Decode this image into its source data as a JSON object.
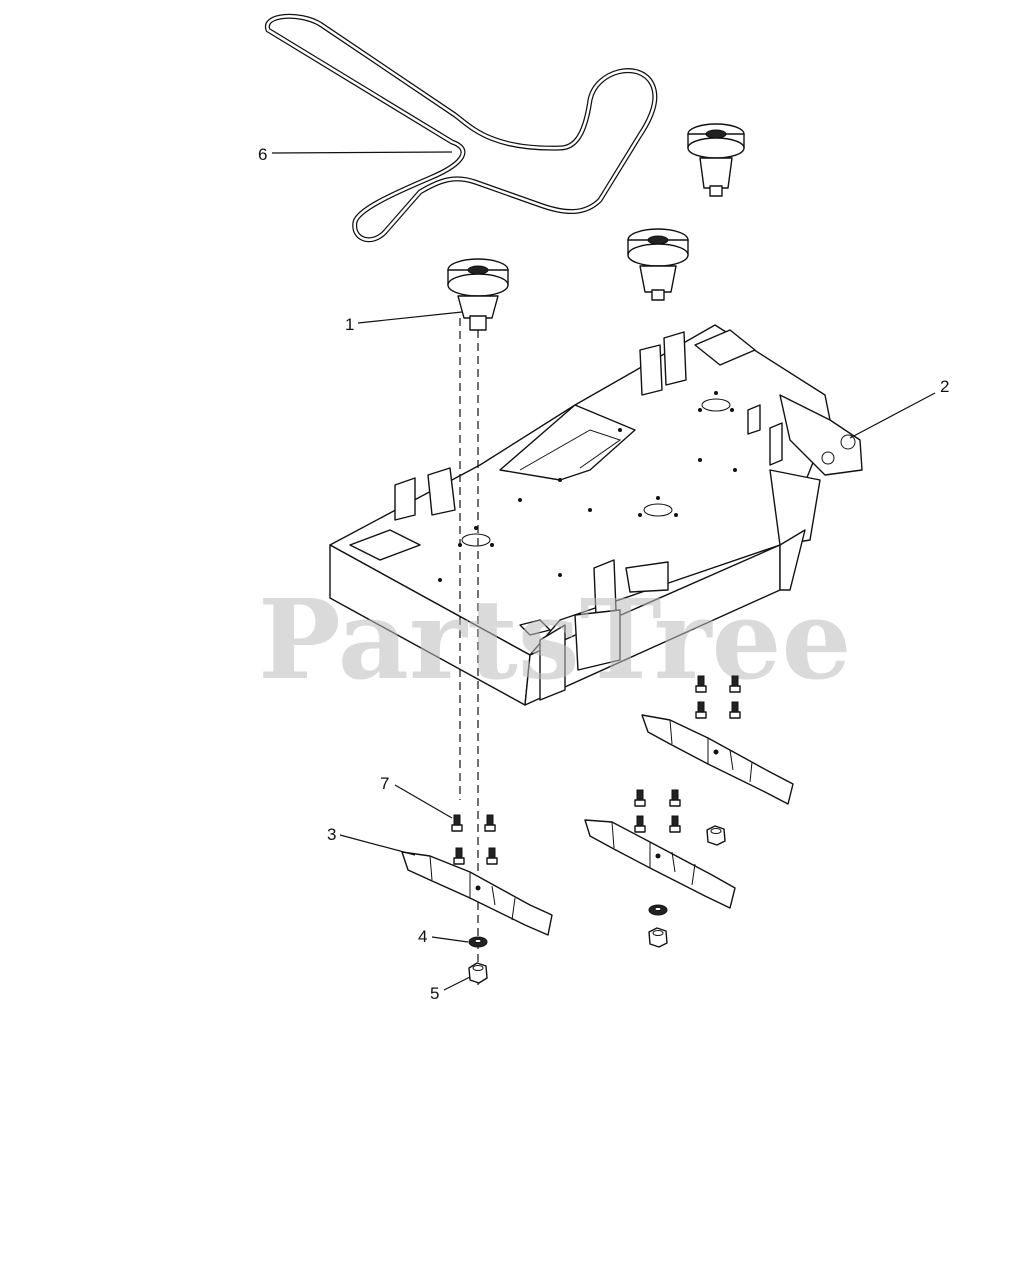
{
  "watermark": "PartsTree",
  "callouts": [
    "1",
    "2",
    "3",
    "4",
    "5",
    "6",
    "7"
  ]
}
